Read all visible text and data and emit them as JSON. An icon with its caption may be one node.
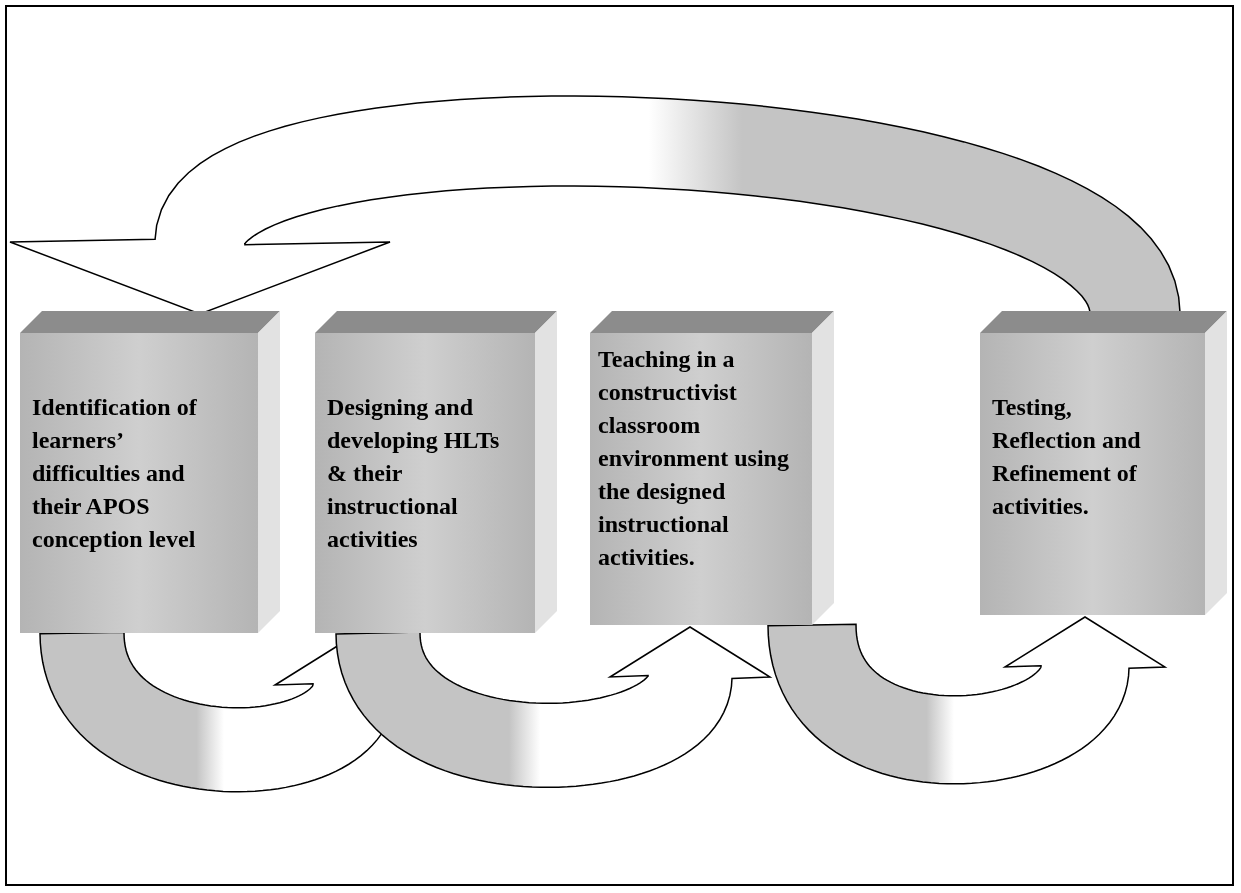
{
  "diagram": {
    "nodes": [
      {
        "text": [
          "Identification of learners’ difficulties and their APOS conception level"
        ]
      },
      {
        "text": [
          "Designing and developing HLTs & their instructional activities"
        ]
      },
      {
        "text": [
          "Teaching in a constructivist classroom environment using the designed instructional activities."
        ]
      },
      {
        "text": [
          "Testing, Reflection and Refinement of activities."
        ]
      }
    ],
    "edges": [
      {
        "from": 0,
        "to": 1,
        "arrow": "to"
      },
      {
        "from": 1,
        "to": 2,
        "arrow": "to"
      },
      {
        "from": 2,
        "to": 3,
        "arrow": "to"
      },
      {
        "from": 3,
        "to": 0,
        "arrow": "to"
      }
    ]
  }
}
